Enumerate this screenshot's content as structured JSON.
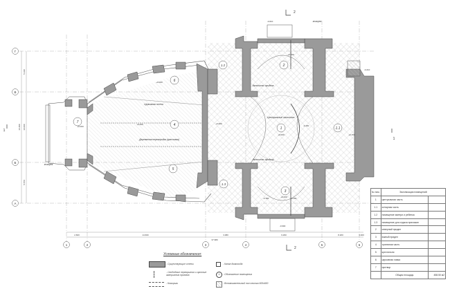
{
  "drawing": {
    "section_mark": "2",
    "section_side_mark": "1",
    "axis_rows": [
      "Г",
      "В",
      "Б",
      "А"
    ],
    "axis_cols": [
      "1",
      "2",
      "3",
      "4",
      "5",
      "6"
    ],
    "dims_bottom": [
      "2.600",
      "14.600",
      "3.080",
      "9.290",
      "8.200",
      "3.400"
    ],
    "dim_total": "37.980",
    "dims_left": [
      "5.330",
      "10.000",
      "5.570"
    ],
    "dim_left_total": "16.400"
  },
  "labels": {
    "r1": "1",
    "r11": "1.1",
    "r12": "1.2",
    "r13": "1.3",
    "r2": "2",
    "r3": "3",
    "r4": "4",
    "r5": "5",
    "r6": "6",
    "r7": "7",
    "central": "Центральный иконостас",
    "north_ik": "Иконостас придела",
    "south_ik": "Иконостас придела",
    "partition": "Деревянная перегородка (кресловая)",
    "wall": "Церковная стена",
    "porch": "козырек",
    "porch_top": "козырек"
  },
  "levels": {
    "l0": "+0.000",
    "l1": "-0.150",
    "l2": "+0.150",
    "l3": "+0.100",
    "l4": "-0.200",
    "l5": "-0.210",
    "l6": "-0.010",
    "l7": "-0.900",
    "l8": "-0.150"
  },
  "explication": {
    "header_no": "№ пом.",
    "header_name": "Экспликация помещений",
    "rows": [
      {
        "n": "1",
        "name": "центральная часть",
        "a": ""
      },
      {
        "n": "1.1",
        "name": "алтарная часть",
        "a": ""
      },
      {
        "n": "1.2",
        "name": "помещение матери и ребенка",
        "a": ""
      },
      {
        "n": "1.3",
        "name": "помещение для отдыха прихожан",
        "a": ""
      },
      {
        "n": "2",
        "name": "северный придел",
        "a": ""
      },
      {
        "n": "3",
        "name": "южный придел",
        "a": ""
      },
      {
        "n": "4",
        "name": "трапезная часть",
        "a": ""
      },
      {
        "n": "5",
        "name": "крестильня",
        "a": ""
      },
      {
        "n": "6",
        "name": "церковная лавка",
        "a": ""
      },
      {
        "n": "7",
        "name": "притвор",
        "a": ""
      }
    ],
    "total_label": "Общая площадь",
    "total_value": "458.50 м2"
  },
  "legend": {
    "title": "Условные обозначения:",
    "existing_walls": "- Существующие стены",
    "exhaust": "- Канал дымохода",
    "demolished": "- Свободные перекрытия и арочные завершения проемов",
    "room_mark": "- Обозначение помещения",
    "room_mark_symbol": "1",
    "canopies": "- Козырьки",
    "floor": "- Вспомогательный пол плитка 600х600"
  },
  "colors": {
    "wall": "#9a9a9a",
    "wall_stroke": "#444444",
    "hatch": "#d7d7d7",
    "line": "#555555"
  }
}
